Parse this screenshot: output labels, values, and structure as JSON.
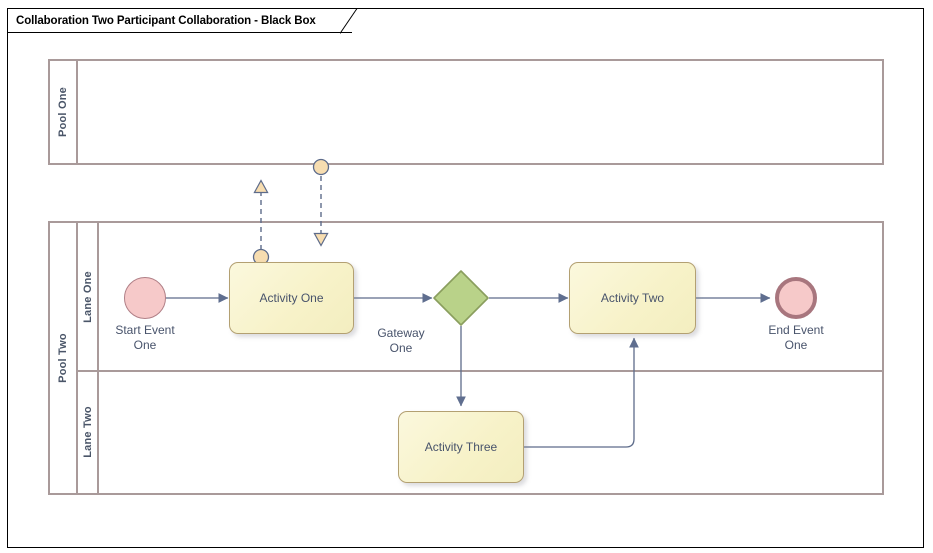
{
  "diagram": {
    "title": "Collaboration Two Participant Collaboration - Black Box",
    "type": "bpmn-collaboration"
  },
  "colors": {
    "pool_border": "#a99a9a",
    "task_fill": "#f7f2c8",
    "task_border": "#b3a072",
    "event_fill": "#f6c9c9",
    "start_event_border": "#b07f86",
    "end_event_border": "#a8767e",
    "gateway_fill": "#b9d289",
    "gateway_border": "#8a9e5e",
    "flow_line": "#5d6b8a",
    "arrowhead": "#5f6e8f",
    "message_marker_fill": "#f7ddb0",
    "message_marker_border": "#5d6b8a",
    "label_text": "#48536b",
    "frame_border": "#000000"
  },
  "pools": [
    {
      "id": "pool-one",
      "name": "Pool One",
      "black_box": true,
      "lanes": []
    },
    {
      "id": "pool-two",
      "name": "Pool Two",
      "black_box": false,
      "lanes": [
        {
          "id": "lane-one",
          "name": "Lane One"
        },
        {
          "id": "lane-two",
          "name": "Lane Two"
        }
      ]
    }
  ],
  "nodes": [
    {
      "id": "start-event-one",
      "type": "start-event",
      "label": "Start Event\nOne",
      "lane": "Lane One"
    },
    {
      "id": "activity-one",
      "type": "task",
      "label": "Activity One",
      "lane": "Lane One"
    },
    {
      "id": "gateway-one",
      "type": "exclusive-gateway",
      "label": "Gateway\nOne",
      "lane": "Lane One"
    },
    {
      "id": "activity-two",
      "type": "task",
      "label": "Activity Two",
      "lane": "Lane One"
    },
    {
      "id": "end-event-one",
      "type": "end-event",
      "label": "End Event\nOne",
      "lane": "Lane One"
    },
    {
      "id": "activity-three",
      "type": "task",
      "label": "Activity Three",
      "lane": "Lane Two"
    }
  ],
  "flows": [
    {
      "id": "flow-start-to-activity-one",
      "type": "sequence-flow",
      "from": "start-event-one",
      "to": "activity-one"
    },
    {
      "id": "flow-activity-one-to-gateway",
      "type": "sequence-flow",
      "from": "activity-one",
      "to": "gateway-one"
    },
    {
      "id": "flow-gateway-to-activity-two",
      "type": "sequence-flow",
      "from": "gateway-one",
      "to": "activity-two"
    },
    {
      "id": "flow-gateway-to-activity-three",
      "type": "sequence-flow",
      "from": "gateway-one",
      "to": "activity-three"
    },
    {
      "id": "flow-activity-three-to-activity-two",
      "type": "sequence-flow",
      "from": "activity-three",
      "to": "activity-two"
    },
    {
      "id": "flow-activity-two-to-end",
      "type": "sequence-flow",
      "from": "activity-two",
      "to": "end-event-one"
    },
    {
      "id": "message-flow-out",
      "type": "message-flow",
      "from": "activity-one",
      "to": "Pool One"
    },
    {
      "id": "message-flow-in",
      "type": "message-flow",
      "from": "Pool One",
      "to": "activity-one"
    }
  ]
}
